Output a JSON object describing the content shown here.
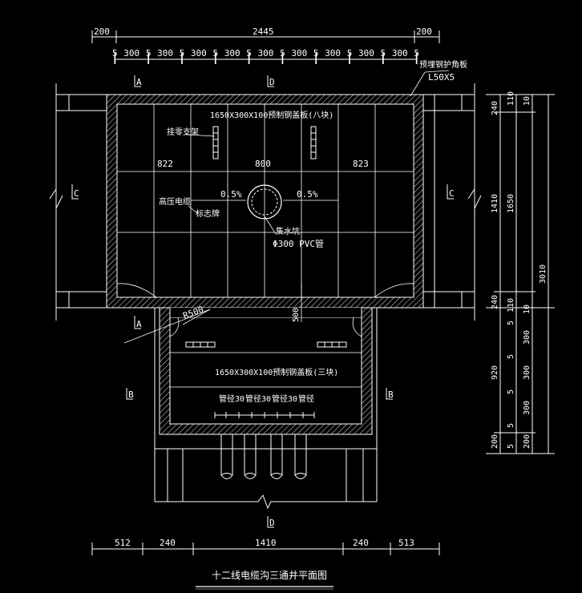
{
  "title": "十二线电缆沟三通井平面图",
  "top_dims": {
    "overall": [
      "200",
      "2445",
      "200"
    ],
    "segments": [
      "5",
      "300",
      "5",
      "300",
      "5",
      "300",
      "5",
      "300",
      "5",
      "300",
      "5",
      "300",
      "5",
      "300",
      "5",
      "300",
      "5",
      "300",
      "5"
    ]
  },
  "right_dims": {
    "outer": [
      "240",
      "1410",
      "240",
      "920",
      "200"
    ],
    "inner": [
      "110",
      "10",
      "1650",
      "110",
      "5",
      "10",
      "300",
      "5",
      "300",
      "5",
      "300",
      "5",
      "200",
      "5"
    ],
    "total": "3010"
  },
  "bottom_dims": [
    "512",
    "240",
    "1410",
    "240",
    "513"
  ],
  "section_marks": {
    "A": "A",
    "C": "C",
    "D": "D",
    "B": "B"
  },
  "annotations": {
    "angle_steel": "预埋钢护角板",
    "angle_steel_size": "L50X5",
    "cover_top": "1650X300X100预制钢盖板(八块)",
    "bracket": "挂零支架",
    "span_left": "822",
    "span_mid": "800",
    "span_right": "823",
    "slope_left": "0.5%",
    "slope_right": "0.5%",
    "cable": "高压电缆",
    "marker": "标志牌",
    "sump": "集水坑",
    "pvc": "Φ300 PVC管",
    "radius": "R500",
    "dim_500": "500",
    "cover_bottom": "1650X300X100预制钢盖板(三块)",
    "pipe_labels": [
      "管径30",
      "管径30",
      "管径30",
      "管径"
    ]
  }
}
